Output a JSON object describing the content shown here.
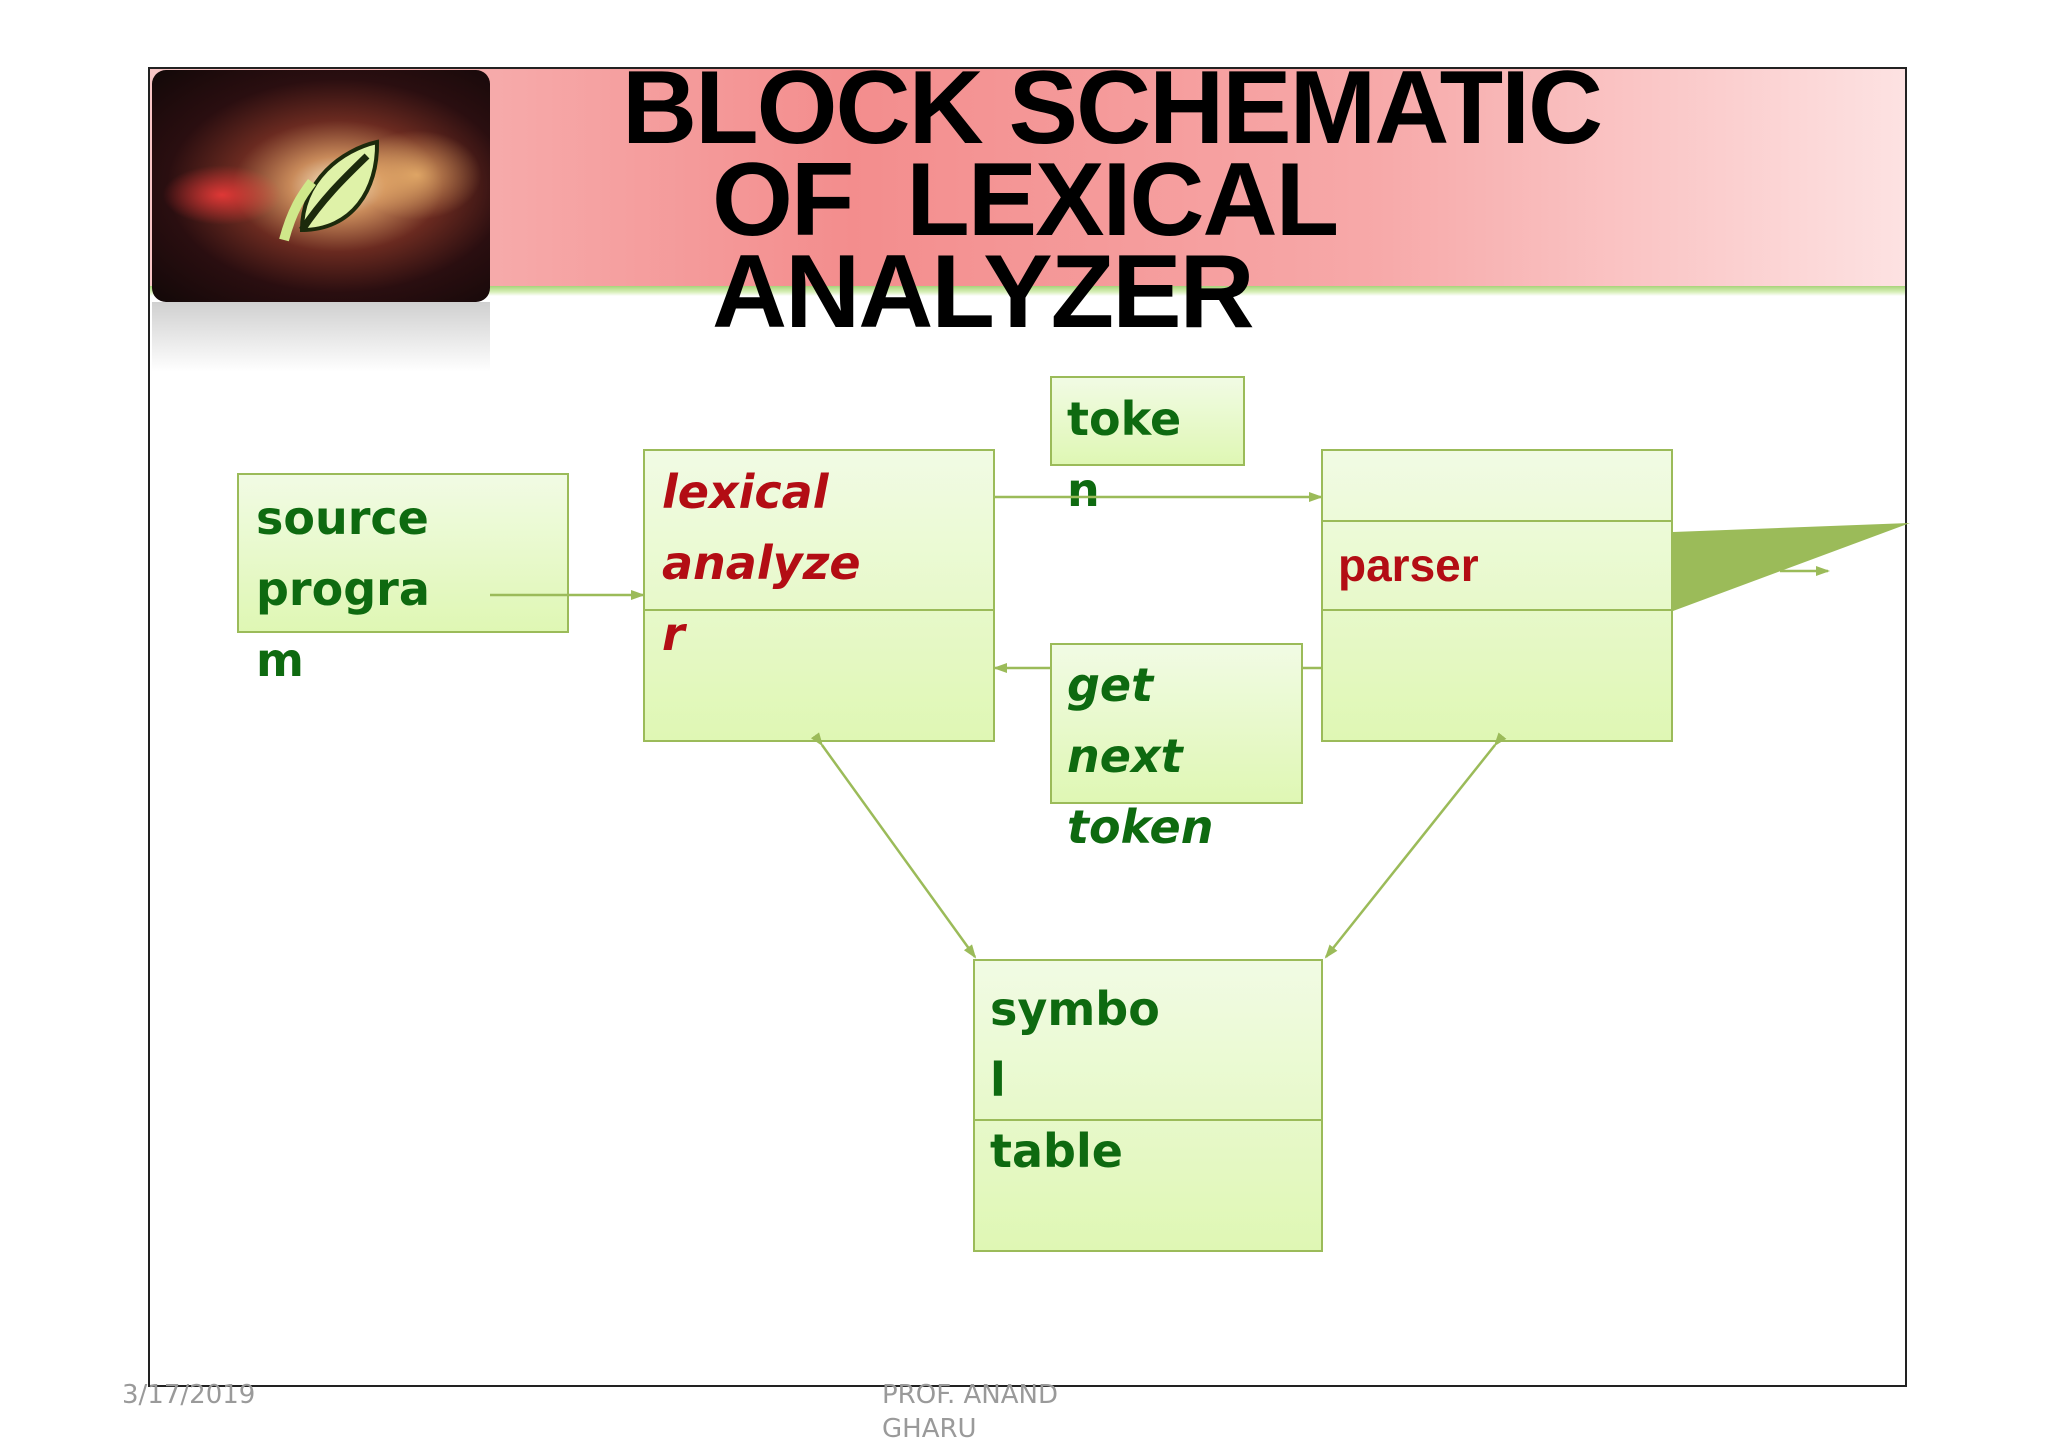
{
  "title": {
    "line1": "BLOCK SCHEMATIC",
    "line2": "OF  LEXICAL",
    "line3": "ANALYZER"
  },
  "logo": {
    "icon": "leaf-logo-icon"
  },
  "nodes": {
    "source_program": {
      "lines": [
        "source",
        "progra",
        "m"
      ]
    },
    "lexical_analyzer": {
      "lines": [
        "lexical",
        "analyze",
        "r"
      ]
    },
    "token": {
      "lines": [
        "toke",
        "n"
      ]
    },
    "parser": {
      "lines": [
        "parser"
      ]
    },
    "get_next_token": {
      "lines": [
        "get",
        "next",
        "token"
      ]
    },
    "symbol_table": {
      "lines": [
        "symbo",
        "l",
        "table"
      ]
    }
  },
  "colors": {
    "box_border": "#9bbb59",
    "node_text": "#0e6a10",
    "highlight_text": "#b30d14",
    "title_band": "#f38d8d",
    "wedge": "#9bbb59"
  },
  "footer": {
    "date": "3/17/2019",
    "author": "PROF. ANAND\nGHARU"
  }
}
